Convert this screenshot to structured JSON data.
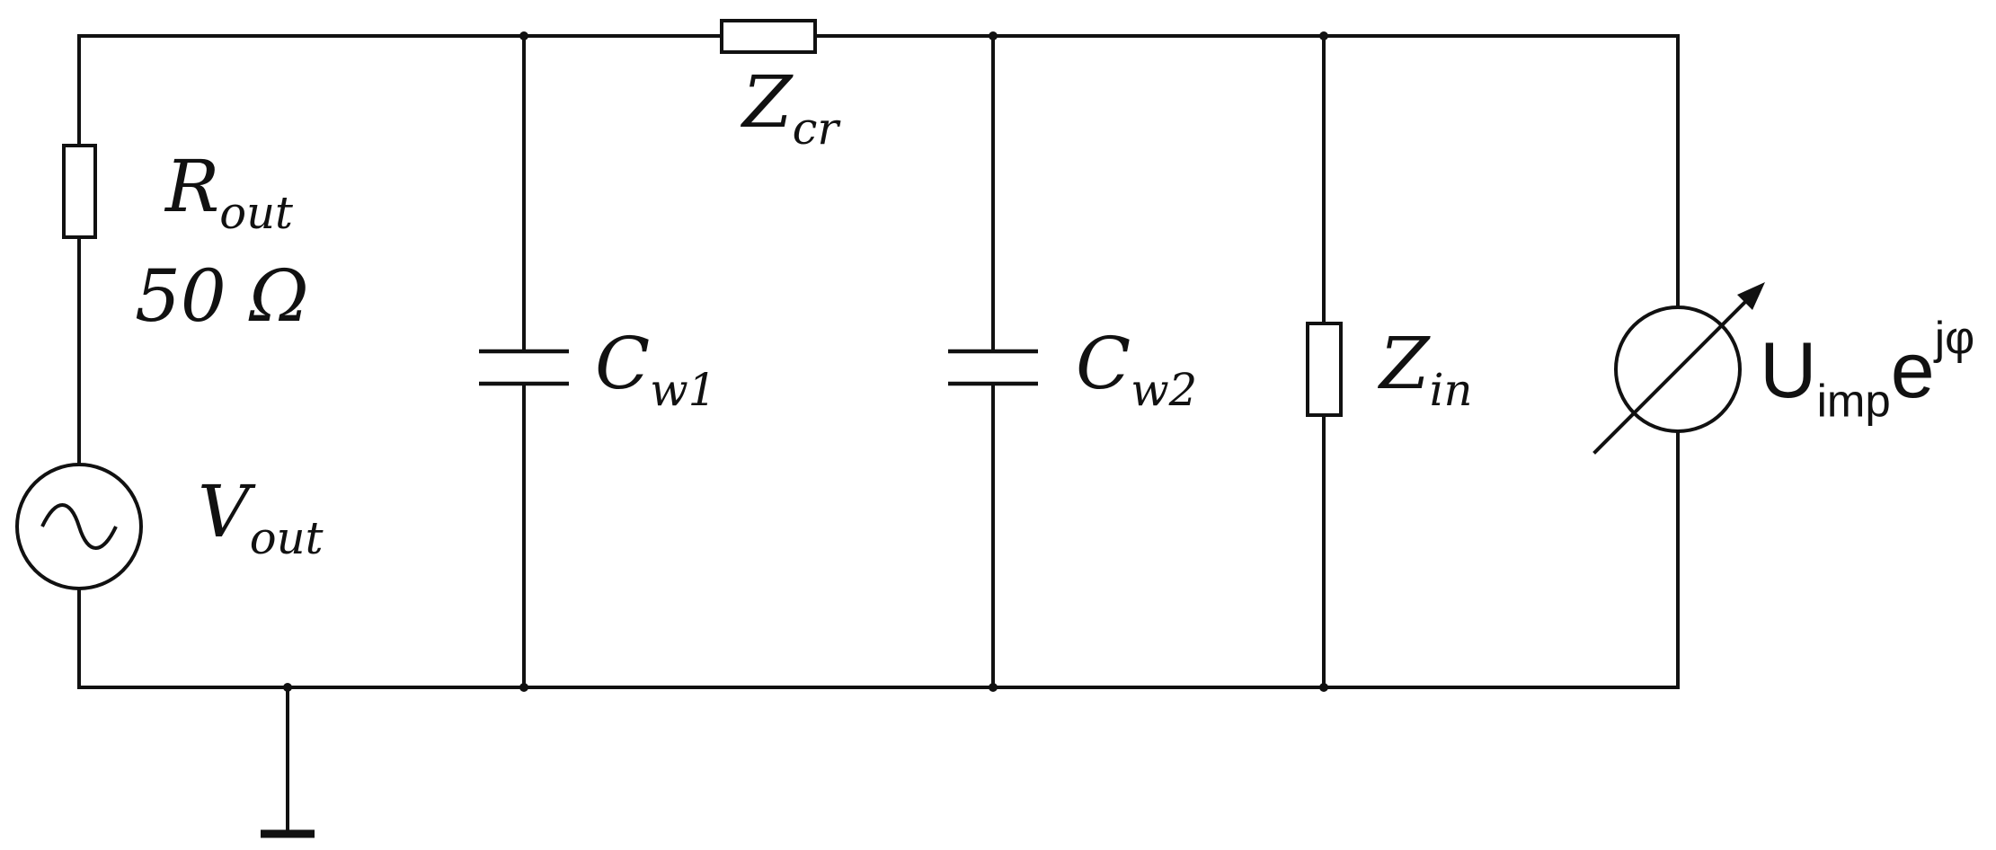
{
  "labels": {
    "r_out": {
      "main": "R",
      "sub": "out"
    },
    "r_out_value": "50 Ω",
    "v_out": {
      "main": "V",
      "sub": "out"
    },
    "z_cr": {
      "main": "Z",
      "sub": "cr"
    },
    "c_w1": {
      "main": "C",
      "sub": "w1"
    },
    "c_w2": {
      "main": "C",
      "sub": "w2"
    },
    "z_in": {
      "main": "Z",
      "sub": "in"
    },
    "u_imp": {
      "main": "U",
      "sub": "imp",
      "mid": "e",
      "sup": "jφ"
    }
  },
  "icons": {
    "source": "ac-voltage-source-icon",
    "meter": "variable-meter-icon",
    "ground": "ground-icon"
  },
  "colors": {
    "line": "#111111",
    "background": "#ffffff"
  }
}
